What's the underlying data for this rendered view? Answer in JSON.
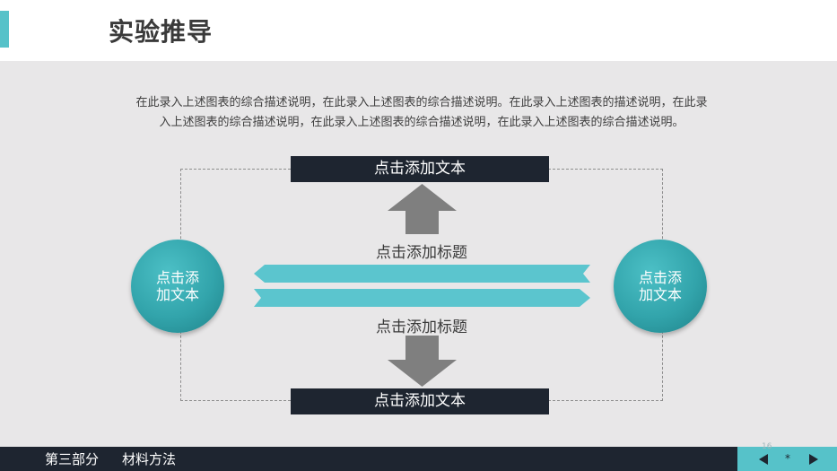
{
  "header": {
    "title": "实验推导"
  },
  "main": {
    "description_line1": "在此录入上述图表的综合描述说明，在此录入上述图表的综合描述说明。在此录入上述图表的描述说明，在此录",
    "description_line2": "入上述图表的综合描述说明，在此录入上述图表的综合描述说明，在此录入上述图表的综合描述说明。",
    "top_box": "点击添加文本",
    "bottom_box": "点击添加文本",
    "heading_top": "点击添加标题",
    "heading_bottom": "点击添加标题",
    "left_circle": "点击添加文本",
    "right_circle": "点击添加文本"
  },
  "footer": {
    "section": "第三部分",
    "topic": "材料方法",
    "page_number": "16",
    "home_glyph": "*"
  },
  "colors": {
    "accent": "#56c2c9",
    "dark": "#1e2530",
    "arrow_gray": "#7f7f7f",
    "background": "#e8e7e8"
  }
}
